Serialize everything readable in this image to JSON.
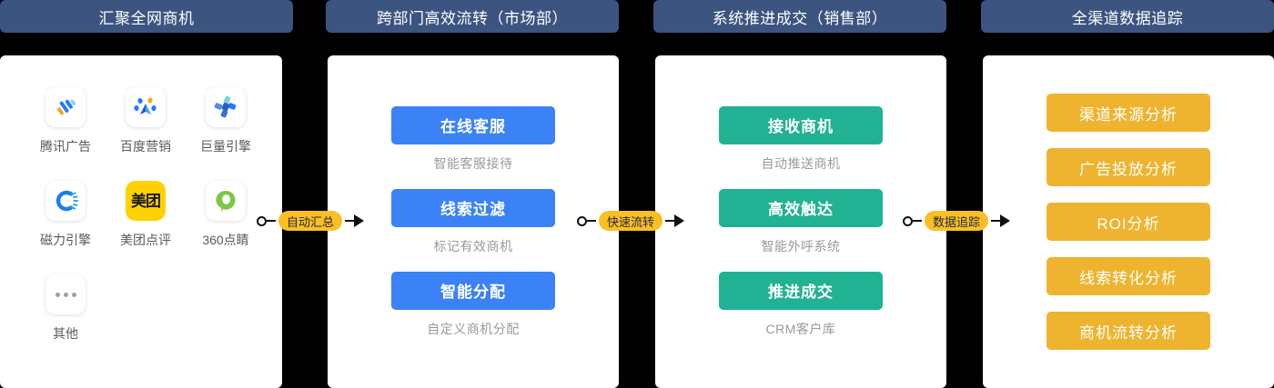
{
  "headers": [
    {
      "label": "汇聚全网商机"
    },
    {
      "label": "跨部门高效流转（市场部）"
    },
    {
      "label": "系统推进成交（销售部）"
    },
    {
      "label": "全渠道数据追踪"
    }
  ],
  "colors": {
    "background": "#000000",
    "header_pill": "#3b5480",
    "panel": "#ffffff",
    "blue_chip": "#3b82f6",
    "green_chip": "#20b292",
    "yellow_chip": "#eeb430",
    "connector_pill": "#fbbf24",
    "connector_line": "#111111",
    "caption_text": "#9a9a9a",
    "icon_label_text": "#5a5a5a"
  },
  "panel1": {
    "channels": [
      {
        "label": "腾讯广告",
        "icon": "tencent-ads-icon"
      },
      {
        "label": "百度营销",
        "icon": "baidu-marketing-icon"
      },
      {
        "label": "巨量引擎",
        "icon": "oceanengine-icon"
      },
      {
        "label": "磁力引擎",
        "icon": "kuaishou-magnetic-icon"
      },
      {
        "label": "美团点评",
        "icon": "meituan-dianping-icon",
        "icon_text": "美团"
      },
      {
        "label": "360点睛",
        "icon": "360-dianjing-icon"
      },
      {
        "label": "其他",
        "icon": "more-dots-icon"
      }
    ]
  },
  "panel2": {
    "steps": [
      {
        "title": "在线客服",
        "caption": "智能客服接待"
      },
      {
        "title": "线索过滤",
        "caption": "标记有效商机"
      },
      {
        "title": "智能分配",
        "caption": "自定义商机分配"
      }
    ]
  },
  "panel3": {
    "steps": [
      {
        "title": "接收商机",
        "caption": "自动推送商机"
      },
      {
        "title": "高效触达",
        "caption": "智能外呼系统"
      },
      {
        "title": "推进成交",
        "caption": "CRM客户库"
      }
    ]
  },
  "panel4": {
    "items": [
      {
        "label": "渠道来源分析"
      },
      {
        "label": "广告投放分析"
      },
      {
        "label": "ROI分析"
      },
      {
        "label": "线索转化分析"
      },
      {
        "label": "商机流转分析"
      }
    ]
  },
  "connectors": [
    {
      "label": "自动汇总"
    },
    {
      "label": "快速流转"
    },
    {
      "label": "数据追踪"
    }
  ]
}
